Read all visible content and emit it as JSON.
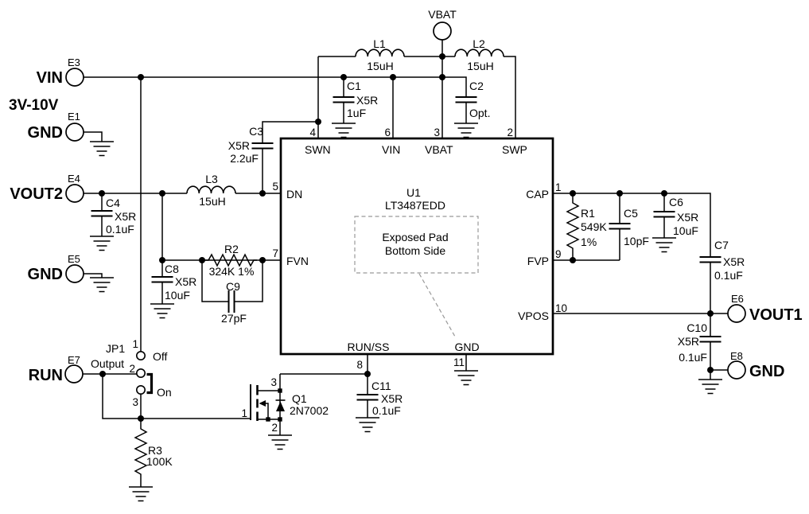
{
  "colors": {
    "ink": "#000000",
    "background": "#ffffff",
    "dashed_outline": "#999999"
  },
  "terminals": {
    "e3": {
      "ref": "E3",
      "name": "VIN",
      "range": "3V-10V"
    },
    "e1": {
      "ref": "E1",
      "name": "GND"
    },
    "e4": {
      "ref": "E4",
      "name": "VOUT2"
    },
    "e5": {
      "ref": "E5",
      "name": "GND"
    },
    "e7": {
      "ref": "E7",
      "name": "RUN"
    },
    "e6": {
      "ref": "E6",
      "name": "VOUT1"
    },
    "e8": {
      "ref": "E8",
      "name": "GND"
    },
    "vbat": {
      "name": "VBAT"
    }
  },
  "ic": {
    "ref": "U1",
    "part": "LT3487EDD",
    "pad_note": {
      "line1": "Exposed Pad",
      "line2": "Bottom Side"
    },
    "pins": {
      "swn": {
        "num": "4",
        "name": "SWN"
      },
      "vin": {
        "num": "6",
        "name": "VIN"
      },
      "vbat": {
        "num": "3",
        "name": "VBAT"
      },
      "swp": {
        "num": "2",
        "name": "SWP"
      },
      "dn": {
        "num": "5",
        "name": "DN"
      },
      "fvn": {
        "num": "7",
        "name": "FVN"
      },
      "cap": {
        "num": "1",
        "name": "CAP"
      },
      "fvp": {
        "num": "9",
        "name": "FVP"
      },
      "vpos": {
        "num": "10",
        "name": "VPOS"
      },
      "runss": {
        "num": "8",
        "name": "RUN/SS"
      },
      "gnd": {
        "num": "11",
        "name": "GND"
      }
    }
  },
  "inductors": {
    "l1": {
      "ref": "L1",
      "value": "15uH"
    },
    "l2": {
      "ref": "L2",
      "value": "15uH"
    },
    "l3": {
      "ref": "L3",
      "value": "15uH"
    }
  },
  "capacitors": {
    "c1": {
      "ref": "C1",
      "type": "X5R",
      "value": "1uF"
    },
    "c2": {
      "ref": "C2",
      "value": "Opt."
    },
    "c3": {
      "ref": "C3",
      "type": "X5R",
      "value": "2.2uF"
    },
    "c4": {
      "ref": "C4",
      "type": "X5R",
      "value": "0.1uF"
    },
    "c5": {
      "ref": "C5",
      "value": "10pF"
    },
    "c6": {
      "ref": "C6",
      "type": "X5R",
      "value": "10uF"
    },
    "c7": {
      "ref": "C7",
      "type": "X5R",
      "value": "0.1uF"
    },
    "c8": {
      "ref": "C8",
      "type": "X5R",
      "value": "10uF"
    },
    "c9": {
      "ref": "C9",
      "value": "27pF"
    },
    "c10": {
      "ref": "C10",
      "type": "X5R",
      "value": "0.1uF"
    },
    "c11": {
      "ref": "C11",
      "type": "X5R",
      "value": "0.1uF"
    }
  },
  "resistors": {
    "r1": {
      "ref": "R1",
      "value": "549K",
      "tol": "1%"
    },
    "r2": {
      "ref": "R2",
      "value": "324K 1%"
    },
    "r3": {
      "ref": "R3",
      "value": "100K"
    }
  },
  "transistor": {
    "ref": "Q1",
    "part": "2N7002",
    "pins": {
      "gate": "1",
      "source": "2",
      "drain": "3"
    }
  },
  "jumper": {
    "ref": "JP1",
    "label": "Output",
    "pins": {
      "p1": "1",
      "p2": "2",
      "p3": "3"
    },
    "positions": {
      "off": "Off",
      "on": "On"
    }
  }
}
